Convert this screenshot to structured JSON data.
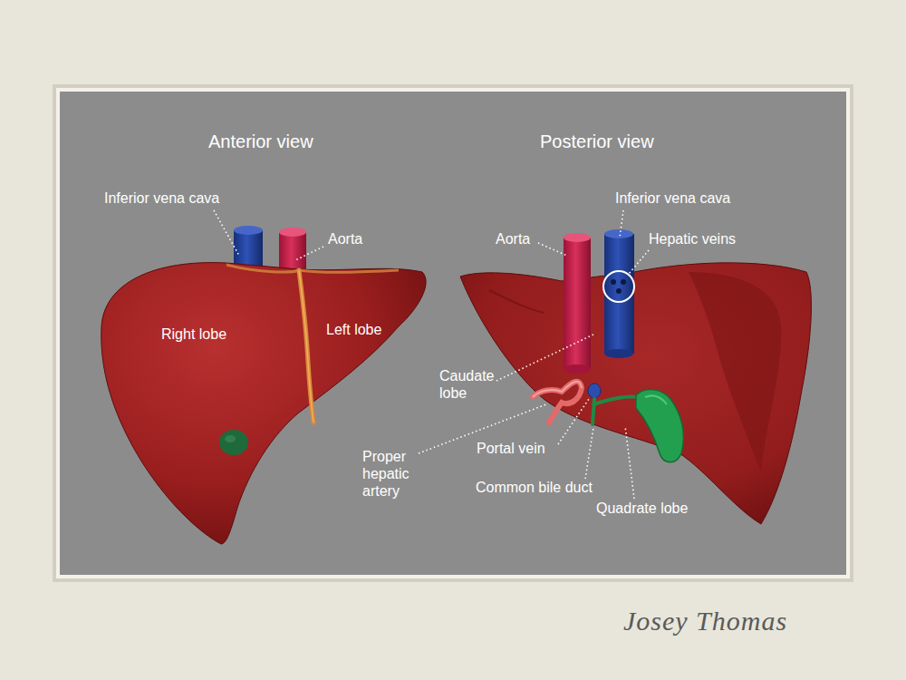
{
  "diagram": {
    "labels": [
      "Anterior view",
      "Inferior vena cava",
      "Aorta",
      "Right lobe",
      "Left lobe",
      "Posterior view",
      "Aorta",
      "Inferior vena cava",
      "Hepatic veins",
      "Caudate lobe",
      "Proper hepatic artery",
      "Portal vein",
      "Common bile duct",
      "Quadrate lobe",
      "Josey Thomas"
    ]
  }
}
